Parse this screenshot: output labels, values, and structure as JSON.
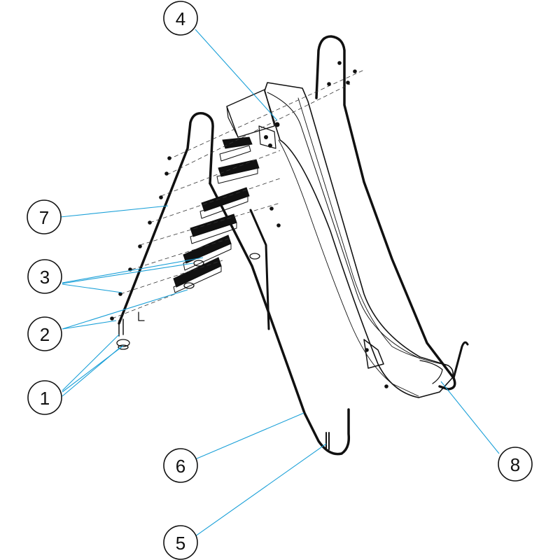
{
  "callouts": [
    {
      "id": "1",
      "label": "1"
    },
    {
      "id": "2",
      "label": "2"
    },
    {
      "id": "3",
      "label": "3"
    },
    {
      "id": "4",
      "label": "4"
    },
    {
      "id": "5",
      "label": "5"
    },
    {
      "id": "6",
      "label": "6"
    },
    {
      "id": "7",
      "label": "7"
    },
    {
      "id": "8",
      "label": "8"
    }
  ],
  "colors": {
    "leader": "#1aa0d8",
    "ink": "#111111",
    "background": "#ffffff"
  }
}
